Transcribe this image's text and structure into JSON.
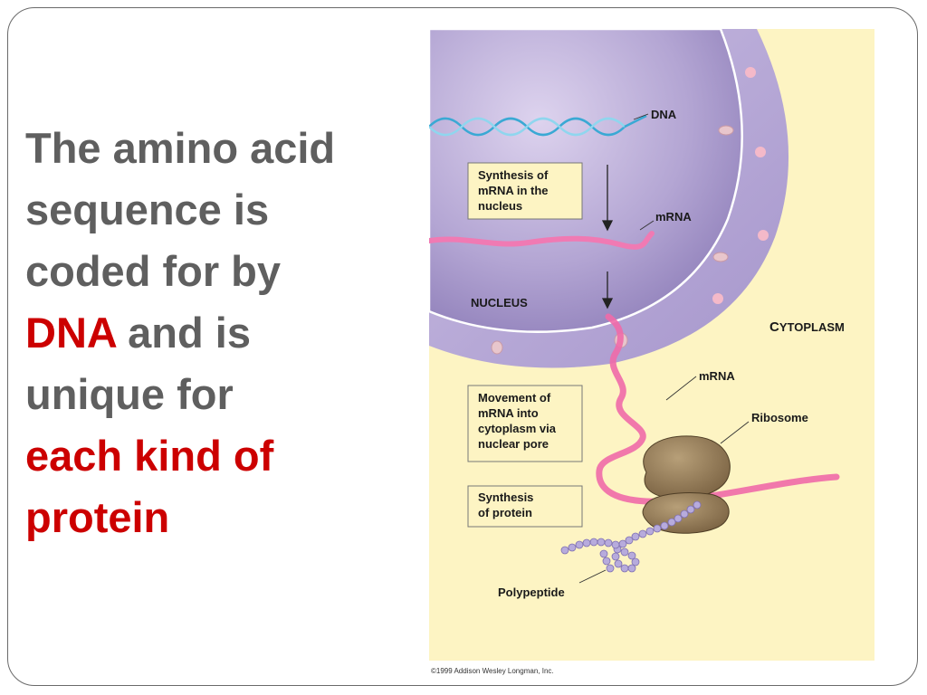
{
  "headline": {
    "line1": "The amino acid",
    "line2": "sequence is",
    "line3": "coded for by",
    "dna": "DNA",
    "line4_rest": " and is",
    "line5": "unique for",
    "line6": "each kind of",
    "line7": "protein"
  },
  "diagram": {
    "labels": {
      "dna": "DNA",
      "mrna_top": "mRNA",
      "nucleus": "NUCLEUS",
      "cytoplasm_c": "C",
      "cytoplasm_rest": "YTOPLASM",
      "mrna_mid": "mRNA",
      "ribosome": "Ribosome",
      "polypeptide": "Polypeptide"
    },
    "boxes": {
      "synthesis_mrna": [
        "Synthesis of",
        "mRNA in the",
        "nucleus"
      ],
      "movement": [
        "Movement of",
        "mRNA into",
        "cytoplasm via",
        "nuclear pore"
      ],
      "synthesis_protein": [
        "Synthesis",
        "of protein"
      ]
    },
    "colors": {
      "cytoplasm": "#fdf4c3",
      "nucleus": "#9b8bc1",
      "dna": "#5bbfe0",
      "mrna": "#f06aa8",
      "ribosome": "#8b7350",
      "polypeptide": "#a89ad0"
    }
  },
  "copyright": "©1999 Addison Wesley Longman, Inc."
}
